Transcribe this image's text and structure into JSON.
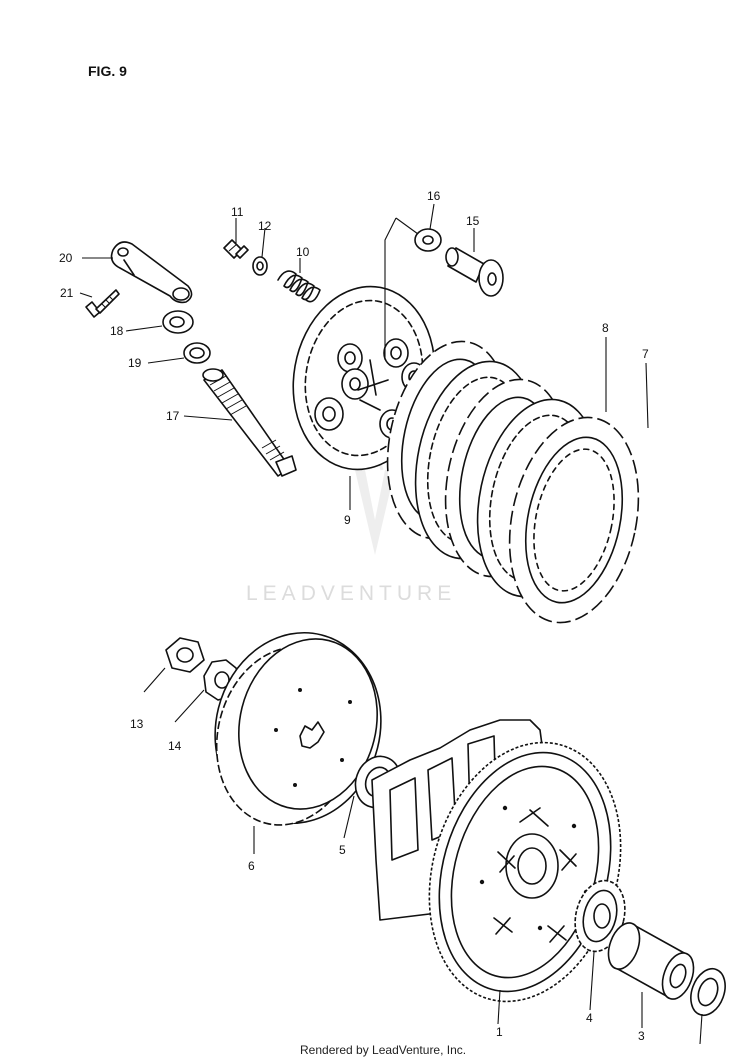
{
  "figure_label": "FIG. 9",
  "watermark": "LEADVENTURE",
  "footer": "Rendered by LeadVenture, Inc.",
  "parts": [
    {
      "id": "p1",
      "number": "1"
    },
    {
      "id": "p3",
      "number": "3"
    },
    {
      "id": "p4",
      "number": "4"
    },
    {
      "id": "p5",
      "number": "5"
    },
    {
      "id": "p6",
      "number": "6"
    },
    {
      "id": "p7",
      "number": "7"
    },
    {
      "id": "p8",
      "number": "8"
    },
    {
      "id": "p9",
      "number": "9"
    },
    {
      "id": "p10",
      "number": "10"
    },
    {
      "id": "p11",
      "number": "11"
    },
    {
      "id": "p12",
      "number": "12"
    },
    {
      "id": "p13",
      "number": "13"
    },
    {
      "id": "p14",
      "number": "14"
    },
    {
      "id": "p15",
      "number": "15"
    },
    {
      "id": "p16",
      "number": "16"
    },
    {
      "id": "p17",
      "number": "17"
    },
    {
      "id": "p18",
      "number": "18"
    },
    {
      "id": "p19",
      "number": "19"
    },
    {
      "id": "p20",
      "number": "20"
    },
    {
      "id": "p21",
      "number": "21"
    }
  ]
}
